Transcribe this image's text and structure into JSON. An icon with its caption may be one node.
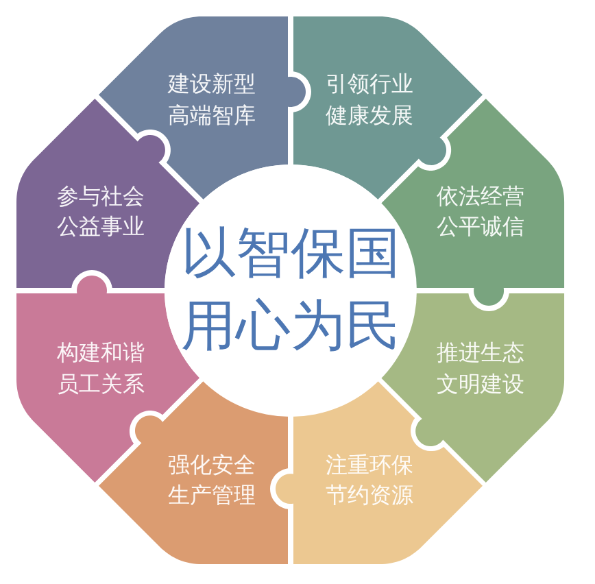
{
  "diagram": {
    "nodes": [
      {
        "text": [
          "以智保国用心为民"
        ]
      },
      {
        "text": [
          "建设新型高端智库"
        ]
      },
      {
        "text": [
          "引领行业健康发展"
        ]
      },
      {
        "text": [
          "依法经营公平诚信"
        ]
      },
      {
        "text": [
          "推进生态文明建设"
        ]
      },
      {
        "text": [
          "注重环保节约资源"
        ]
      },
      {
        "text": [
          "强化安全生产管理"
        ]
      },
      {
        "text": [
          "构建和谐员工关系"
        ]
      },
      {
        "text": [
          "参与社会公益事业"
        ]
      }
    ]
  }
}
